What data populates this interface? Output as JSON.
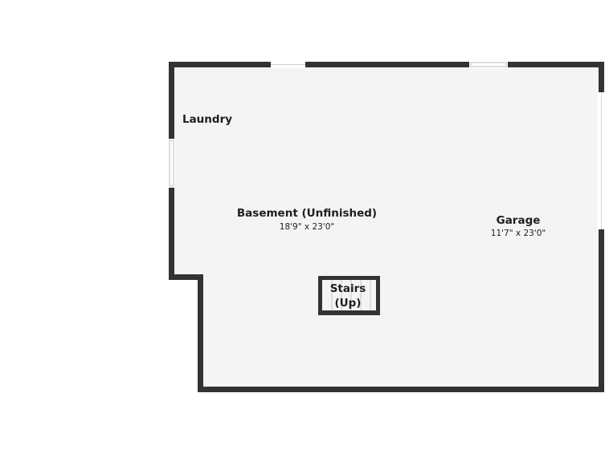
{
  "floor_plan": {
    "rooms": [
      {
        "name": "Laundry",
        "dimensions": ""
      },
      {
        "name": "Basement (Unfinished)",
        "dimensions": "18'9\" x 23'0\""
      },
      {
        "name": "Garage",
        "dimensions": "11'7\" x 23'0\""
      }
    ],
    "stairs": {
      "line1": "Stairs",
      "line2": "(Up)"
    },
    "colors": {
      "wall": "#333333",
      "floor": "#f4f4f4",
      "opening": "#ffffff",
      "background": "#ffffff"
    }
  }
}
